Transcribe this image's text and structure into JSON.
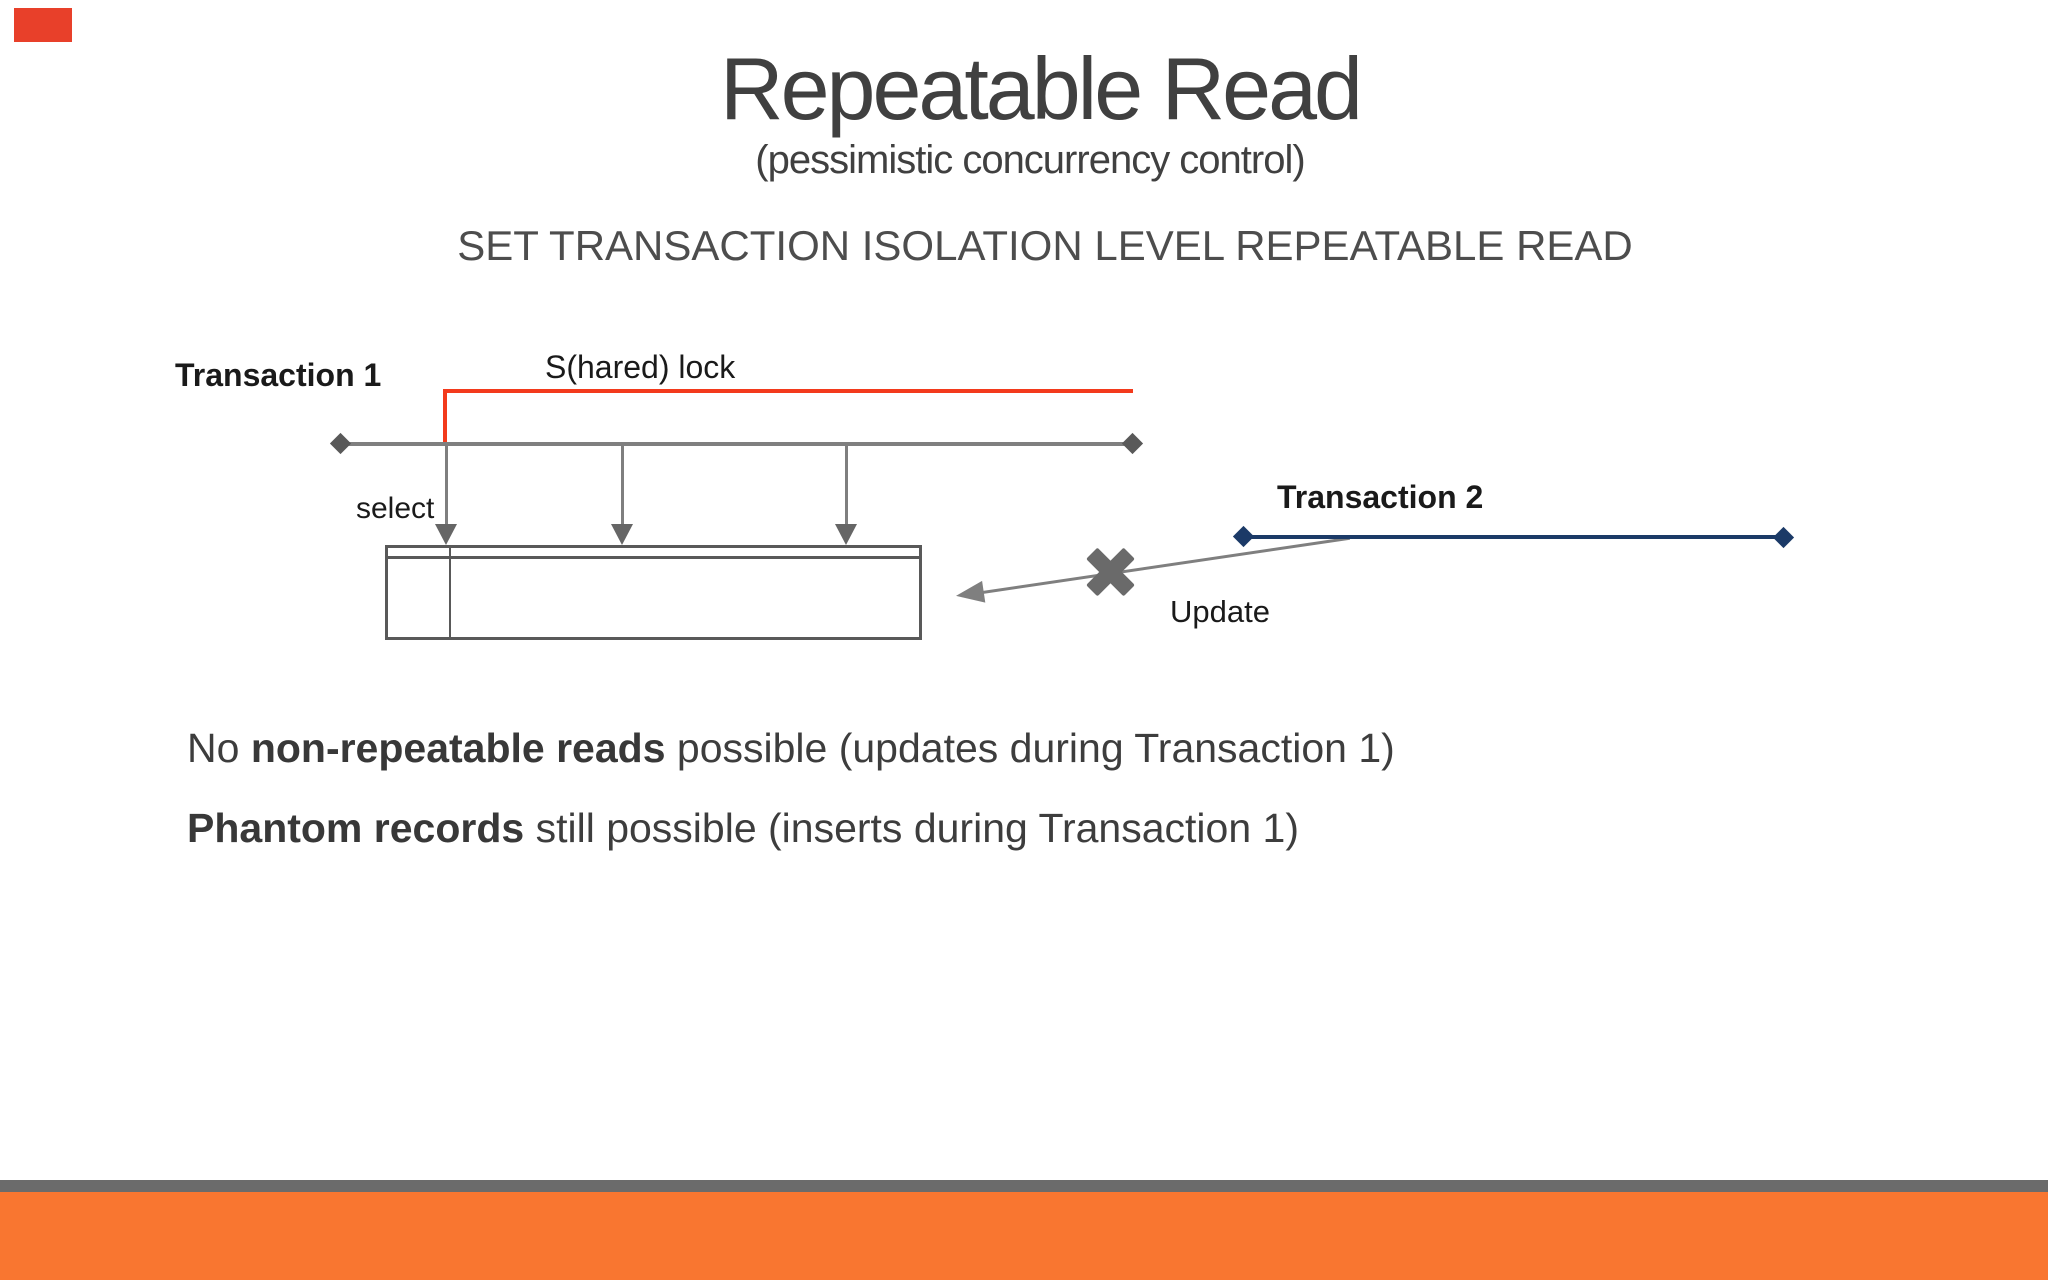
{
  "slide": {
    "title": "Repeatable Read",
    "subtitle": "(pessimistic concurrency control)",
    "sql_statement": "SET TRANSACTION ISOLATION LEVEL REPEATABLE READ",
    "diagram": {
      "transaction1_label": "Transaction 1",
      "shared_lock_label": "S(hared) lock",
      "select_label": "select",
      "transaction2_label": "Transaction 2",
      "update_label": "Update",
      "blocked_update": true,
      "colors": {
        "shared_lock_red": "#f33a1c",
        "timeline_gray": "#7f7f7f",
        "endpoint_diamond_gray": "#595959",
        "transaction2_blue": "#1b3a67",
        "table_border_gray": "#595959",
        "blocked_x_gray": "#6a6a6a"
      }
    },
    "notes": [
      {
        "prefix": "No ",
        "bold": "non-repeatable reads",
        "suffix": " possible (updates during Transaction 1)"
      },
      {
        "prefix": "",
        "bold": "Phantom records",
        "suffix": " still possible (inserts during Transaction 1)"
      }
    ],
    "footer": {
      "accent_red": "#e8402a",
      "bar_gray": "#6b6b6b",
      "bar_orange": "#f97630"
    }
  }
}
